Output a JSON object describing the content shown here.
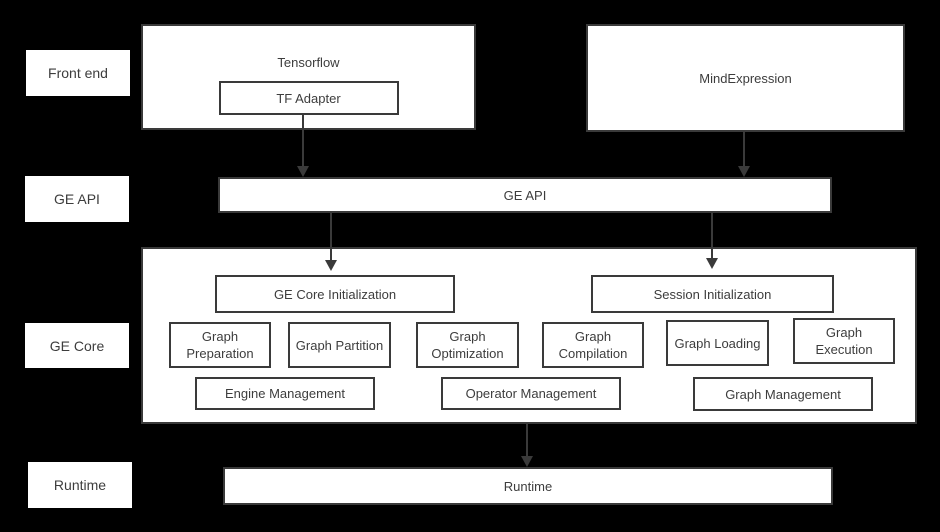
{
  "colors": {
    "background": "#000000",
    "box_fill": "#ffffff",
    "box_border": "#3a3a3a",
    "text": "#3d3d3d",
    "arrow": "#3a3a3a"
  },
  "row_labels": {
    "front_end": "Front end",
    "ge_api": "GE API",
    "ge_core": "GE Core",
    "runtime": "Runtime"
  },
  "front_end": {
    "tensorflow_title": "Tensorflow",
    "tf_adapter": "TF Adapter",
    "mind_expression": "MindExpression"
  },
  "ge_api": {
    "bar_label": "GE API"
  },
  "ge_core": {
    "init": [
      "GE Core Initialization",
      "Session Initialization"
    ],
    "modules": [
      "Graph Preparation",
      "Graph Partition",
      "Graph Optimization",
      "Graph Compilation",
      "Graph Loading",
      "Graph Execution"
    ],
    "management": [
      "Engine Management",
      "Operator Management",
      "Graph Management"
    ]
  },
  "runtime": {
    "bar_label": "Runtime"
  }
}
